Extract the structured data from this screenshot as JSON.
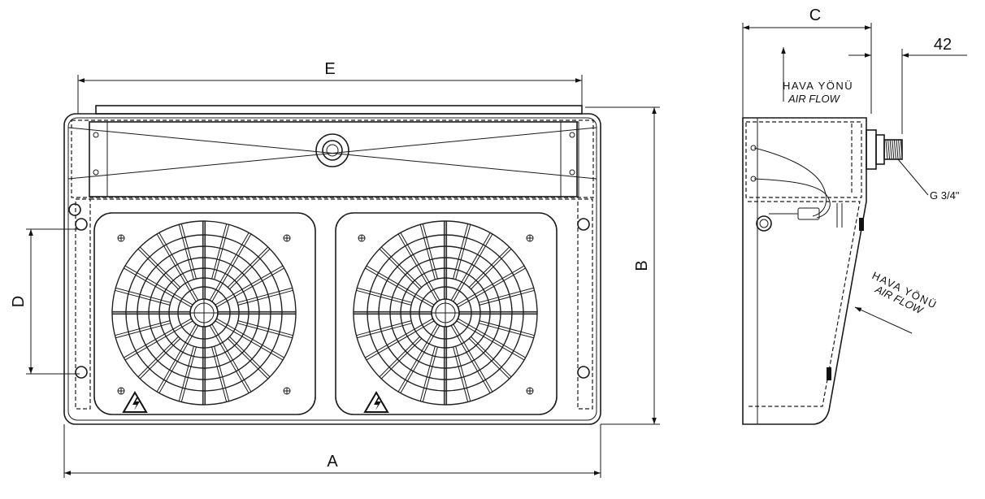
{
  "dimensions": {
    "a": "A",
    "b": "B",
    "c": "C",
    "d": "D",
    "e": "E",
    "offset_42": "42"
  },
  "labels": {
    "air_direction_tr": "HAVA YÖNÜ",
    "air_direction_en": "AIR FLOW",
    "thread": "G 3/4\""
  },
  "fans": [
    {
      "id": "left-fan"
    },
    {
      "id": "right-fan"
    }
  ],
  "warning_symbol": "high-voltage-warning-icon"
}
